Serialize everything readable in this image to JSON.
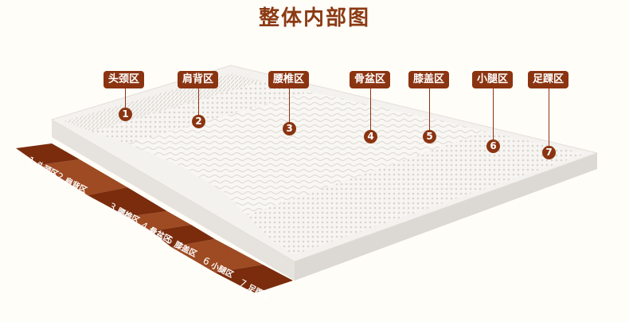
{
  "title": "整体内部图",
  "colors": {
    "accent": "#8b3411",
    "title": "#8b3a14",
    "strip_dark": "#7a2c0c",
    "strip_light": "#9e4a22",
    "background": "#fffdf8",
    "mattress": "#f4f2ef"
  },
  "zones": [
    {
      "number": "1",
      "label": "头颈区"
    },
    {
      "number": "2",
      "label": "肩背区"
    },
    {
      "number": "3",
      "label": "腰椎区"
    },
    {
      "number": "4",
      "label": "骨盆区"
    },
    {
      "number": "5",
      "label": "膝盖区"
    },
    {
      "number": "6",
      "label": "小腿区"
    },
    {
      "number": "7",
      "label": "足踝区"
    }
  ]
}
